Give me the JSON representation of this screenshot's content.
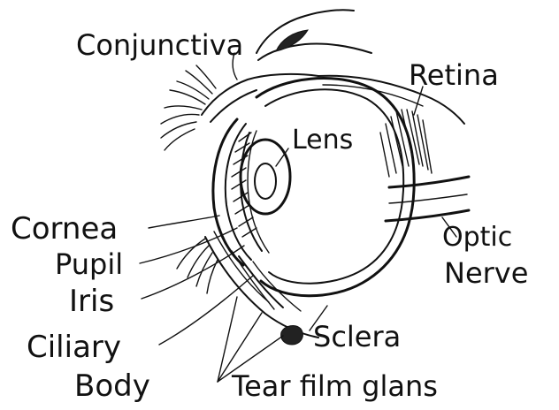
{
  "labels": {
    "conjunctiva": "Conjunctiva",
    "retina": "Retina",
    "lens": "Lens",
    "cornea": "Cornea",
    "pupil": "Pupil",
    "iris": "Iris",
    "ciliary_line1": "Ciliary",
    "ciliary_line2": "Body",
    "optic_line1": "Optic",
    "optic_line2": "Nerve",
    "sclera": "Sclera",
    "tear_film": "Tear film glans"
  },
  "colors": {
    "ink": "#111111",
    "background": "#ffffff"
  }
}
